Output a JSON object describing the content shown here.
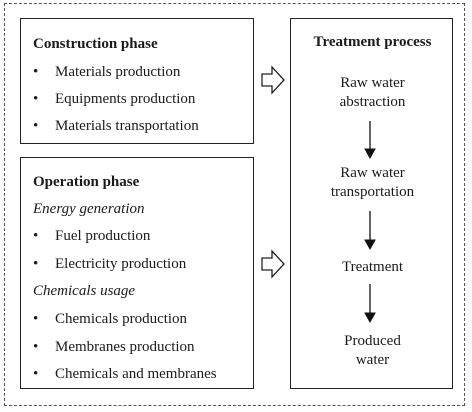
{
  "construction": {
    "title": "Construction phase",
    "items": [
      "Materials production",
      "Equipments production",
      "Materials transportation"
    ]
  },
  "operation": {
    "title": "Operation phase",
    "groups": [
      {
        "label": "Energy generation",
        "items": [
          "Fuel production",
          "Electricity production"
        ]
      },
      {
        "label": "Chemicals usage",
        "items": [
          "Chemicals production",
          "Membranes production",
          "Chemicals and membranes"
        ]
      }
    ]
  },
  "treatment": {
    "title": "Treatment process",
    "steps": [
      {
        "lines": [
          "Raw water",
          "abstraction"
        ]
      },
      {
        "lines": [
          "Raw water",
          "transportation"
        ]
      },
      {
        "lines": [
          "Treatment"
        ]
      },
      {
        "lines": [
          "Produced",
          "water"
        ]
      }
    ]
  },
  "bullet_symbol": "•"
}
